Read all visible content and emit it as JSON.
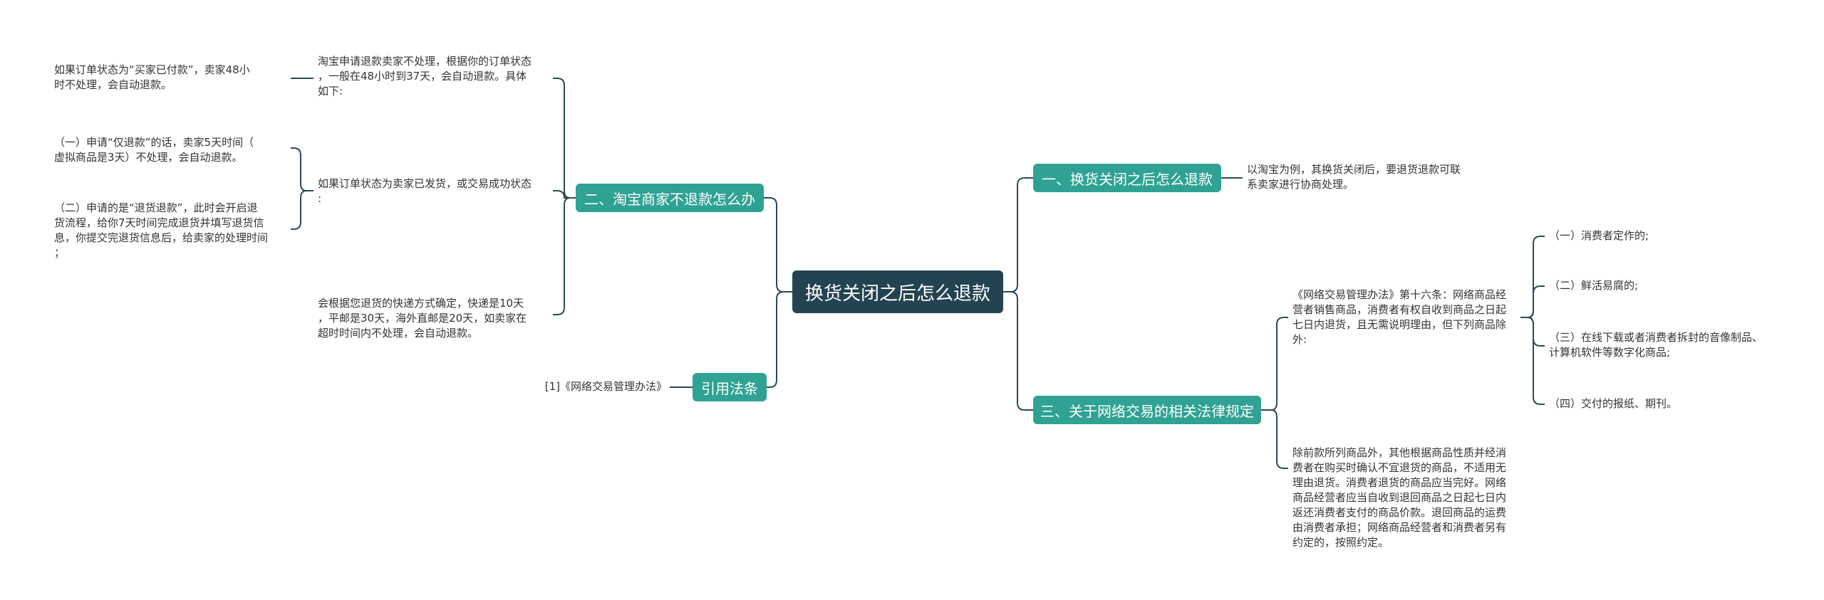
{
  "colors": {
    "root_bg": "#244351",
    "branch_bg": "#2fa293",
    "line": "#2b4a55",
    "text": "#333333"
  },
  "root": {
    "label": "换货关闭之后怎么退款"
  },
  "left": {
    "b2": {
      "label": "二、淘宝商家不退款怎么办",
      "c1": "淘宝申请退款卖家不处理，根据你的订单状态\n，一般在48小时到37天，会自动退款。具体\n如下:",
      "c1_sub": "如果订单状态为“买家已付款”，卖家48小\n时不处理，会自动退款。",
      "c2": "如果订单状态为卖家已发货，或交易成功状态\n:",
      "c2_sub1": "（一）申请“仅退款”的话，卖家5天时间（\n虚拟商品是3天）不处理，会自动退款。",
      "c2_sub2": "（二）申请的是“退货退款”，此时会开启退\n货流程，给你7天时间完成退货并填写退货信\n息，你提交完退货信息后，给卖家的处理时间\n；",
      "c3": "会根据您退货的快递方式确定，快递是10天\n，平邮是30天，海外直邮是20天，如卖家在\n超时时间内不处理，会自动退款。"
    },
    "ref": {
      "label": "引用法条",
      "c1": "[1]《网络交易管理办法》"
    }
  },
  "right": {
    "b1": {
      "label": "一、换货关闭之后怎么退款",
      "c1": "以淘宝为例，其换货关闭后，要退货退款可联\n系卖家进行协商处理。"
    },
    "b3": {
      "label": "三、关于网络交易的相关法律规定",
      "c1": "《网络交易管理办法》第十六条：网络商品经\n营者销售商品，消费者有权自收到商品之日起\n七日内退货，且无需说明理由，但下列商品除\n外:",
      "items": [
        "（一）消费者定作的;",
        "（二）鲜活易腐的;",
        "（三）在线下载或者消费者拆封的音像制品、\n计算机软件等数字化商品;",
        "（四）交付的报纸、期刊。"
      ],
      "c2": "除前款所列商品外，其他根据商品性质并经消\n费者在购买时确认不宜退货的商品，不适用无\n理由退货。消费者退货的商品应当完好。网络\n商品经营者应当自收到退回商品之日起七日内\n返还消费者支付的商品价款。退回商品的运费\n由消费者承担；网络商品经营者和消费者另有\n约定的，按照约定。"
    }
  }
}
